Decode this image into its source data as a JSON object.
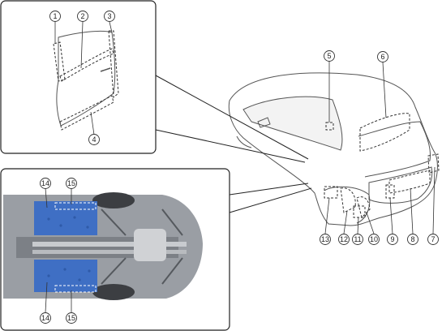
{
  "callouts": [
    {
      "id": "c1",
      "label": "1"
    },
    {
      "id": "c2",
      "label": "2"
    },
    {
      "id": "c3",
      "label": "3"
    },
    {
      "id": "c4",
      "label": "4"
    },
    {
      "id": "c5",
      "label": "5"
    },
    {
      "id": "c6",
      "label": "6"
    },
    {
      "id": "c7",
      "label": "7"
    },
    {
      "id": "c8",
      "label": "8"
    },
    {
      "id": "c9",
      "label": "9"
    },
    {
      "id": "c10",
      "label": "10"
    },
    {
      "id": "c11",
      "label": "11"
    },
    {
      "id": "c12",
      "label": "12"
    },
    {
      "id": "c13",
      "label": "13"
    },
    {
      "id": "c14a",
      "label": "14"
    },
    {
      "id": "c15a",
      "label": "15"
    },
    {
      "id": "c14b",
      "label": "14"
    },
    {
      "id": "c15b",
      "label": "15"
    }
  ],
  "colors": {
    "sealer_area": "#3f6fc4",
    "dashed_outline": "#333333",
    "panel_border": "#222222",
    "body_line": "#555555",
    "underbody_dark": "#6f7378"
  },
  "icons": [
    "door-detail-inset",
    "underbody-inset",
    "car-rear-view"
  ]
}
